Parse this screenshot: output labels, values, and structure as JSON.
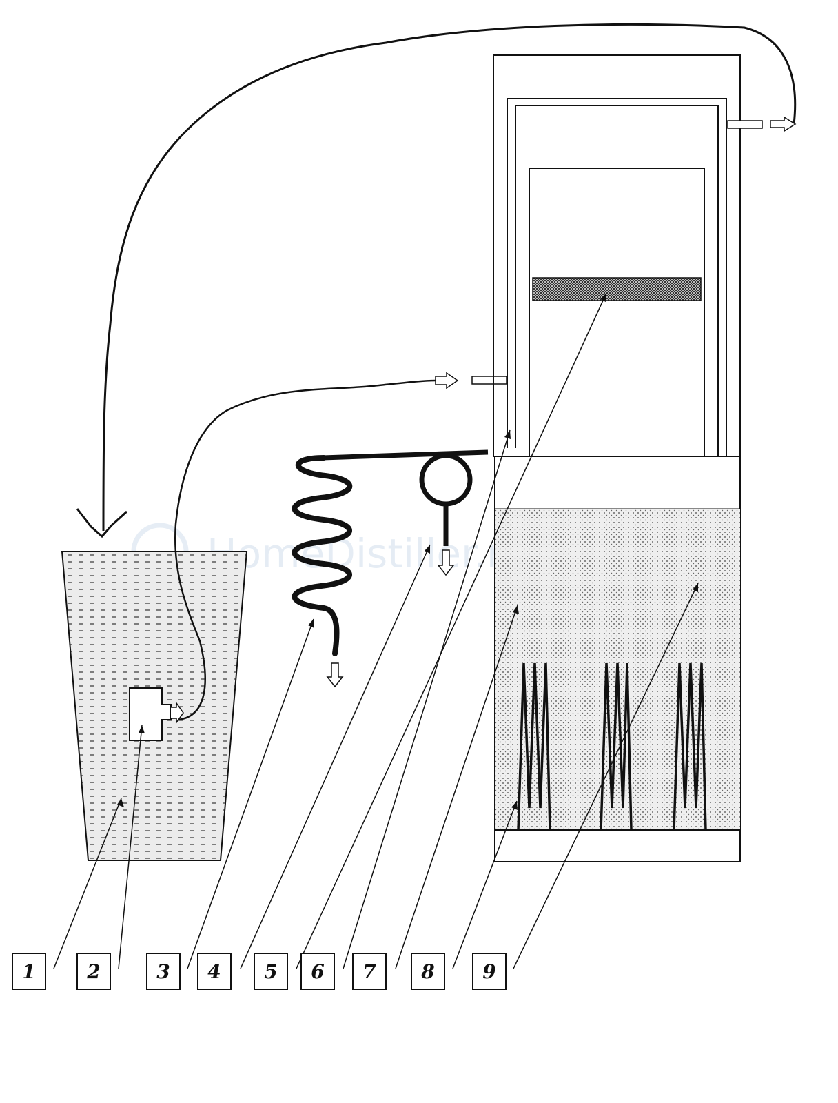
{
  "diagram": {
    "watermark": {
      "text": "HomeDistiller.ru"
    },
    "callouts": [
      {
        "label": "1",
        "target": "water-tank"
      },
      {
        "label": "2",
        "target": "water-pump"
      },
      {
        "label": "3",
        "target": "coil-condenser"
      },
      {
        "label": "4",
        "target": "ring-pipe"
      },
      {
        "label": "5",
        "target": "packing-insert"
      },
      {
        "label": "6",
        "target": "reflux-jacket"
      },
      {
        "label": "7",
        "target": "cube-liquid"
      },
      {
        "label": "8",
        "target": "heating-element"
      },
      {
        "label": "9",
        "target": "mash-liquid"
      }
    ],
    "colors": {
      "line": "#111111",
      "water_fill": "#e9e9e9",
      "mash_fill": "#eeeeee",
      "packing_fill": "#8a8a8a",
      "watermark": "#9ab8d6"
    }
  }
}
